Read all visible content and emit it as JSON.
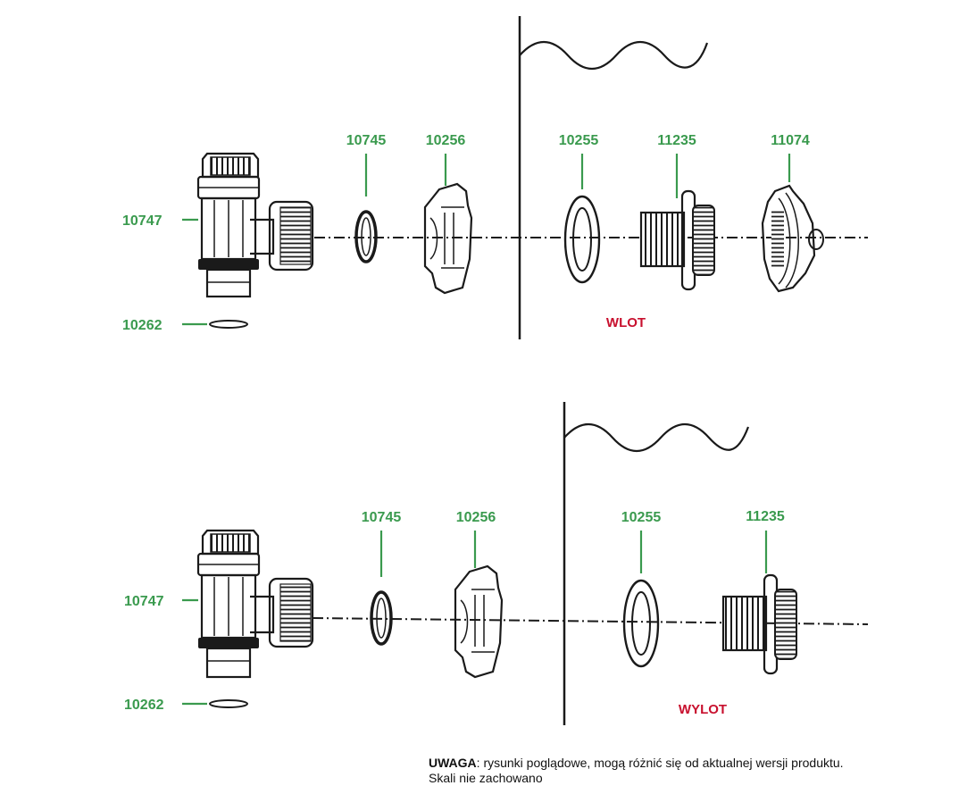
{
  "top": {
    "section_label": "WLOT",
    "parts": {
      "valve": "10747",
      "washer_small": "10262",
      "oring": "10745",
      "nut": "10256",
      "gasket": "10255",
      "body": "11235",
      "nozzle": "11074"
    }
  },
  "bottom": {
    "section_label": "WYLOT",
    "parts": {
      "valve": "10747",
      "washer_small": "10262",
      "oring": "10745",
      "nut": "10256",
      "gasket": "10255",
      "body": "11235"
    }
  },
  "note": {
    "heading": "UWAGA",
    "line1": ": rysunki poglądowe, mogą różnić się od aktualnej wersji produktu.",
    "line2": "Skali nie zachowano"
  },
  "colors": {
    "label_green": "#3a9a4e",
    "section_red": "#c8102e",
    "ink": "#1a1a1a"
  }
}
